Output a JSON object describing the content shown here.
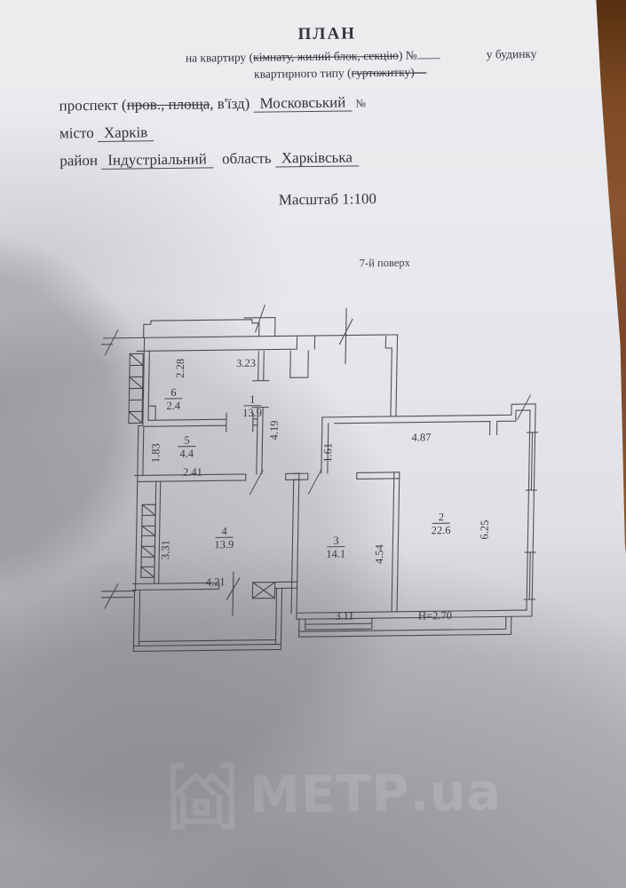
{
  "header": {
    "title": "ПЛАН",
    "line1": {
      "pre": "на квартиру (",
      "struck": "кімнату, жилий блок, секцію",
      "post": ") №",
      "tail": "у будинку"
    },
    "line2": {
      "pre": "квартирного типу (",
      "struck": "гуртожитку)—"
    },
    "line3": {
      "label": "проспект (",
      "struck": "пров., площа",
      "rest": ", в'їзд)",
      "value": "Московський",
      "num_sign": "№"
    },
    "line4": {
      "label": "місто",
      "value": "Харків"
    },
    "line5": {
      "label1": "район",
      "value1": "Індустріальний",
      "label2": "область",
      "value2": "Харківська"
    },
    "scale": "Масштаб 1:100",
    "floor_note": "7-й поверх"
  },
  "plan": {
    "rooms": [
      {
        "num": "1",
        "area": "13.9"
      },
      {
        "num": "2",
        "area": "22.6"
      },
      {
        "num": "3",
        "area": "14.1"
      },
      {
        "num": "4",
        "area": "13.9"
      },
      {
        "num": "5",
        "area": "4.4"
      },
      {
        "num": "6",
        "area": "2.4"
      }
    ],
    "dims": {
      "top_width": "3.23",
      "room6_h": "2.28",
      "room1_h": "4.19",
      "room5_h": "1.83",
      "room5_w": "2.41",
      "corridor_w": "1.61",
      "corridor_len": "4.87",
      "room4_h": "3.31",
      "room4_w": "4.21",
      "room3_h": "4.54",
      "room3_w": "3.11",
      "room2_h": "6.25",
      "ceiling": "H=2.70"
    }
  },
  "watermark": {
    "text": "МЕТР.ua"
  }
}
